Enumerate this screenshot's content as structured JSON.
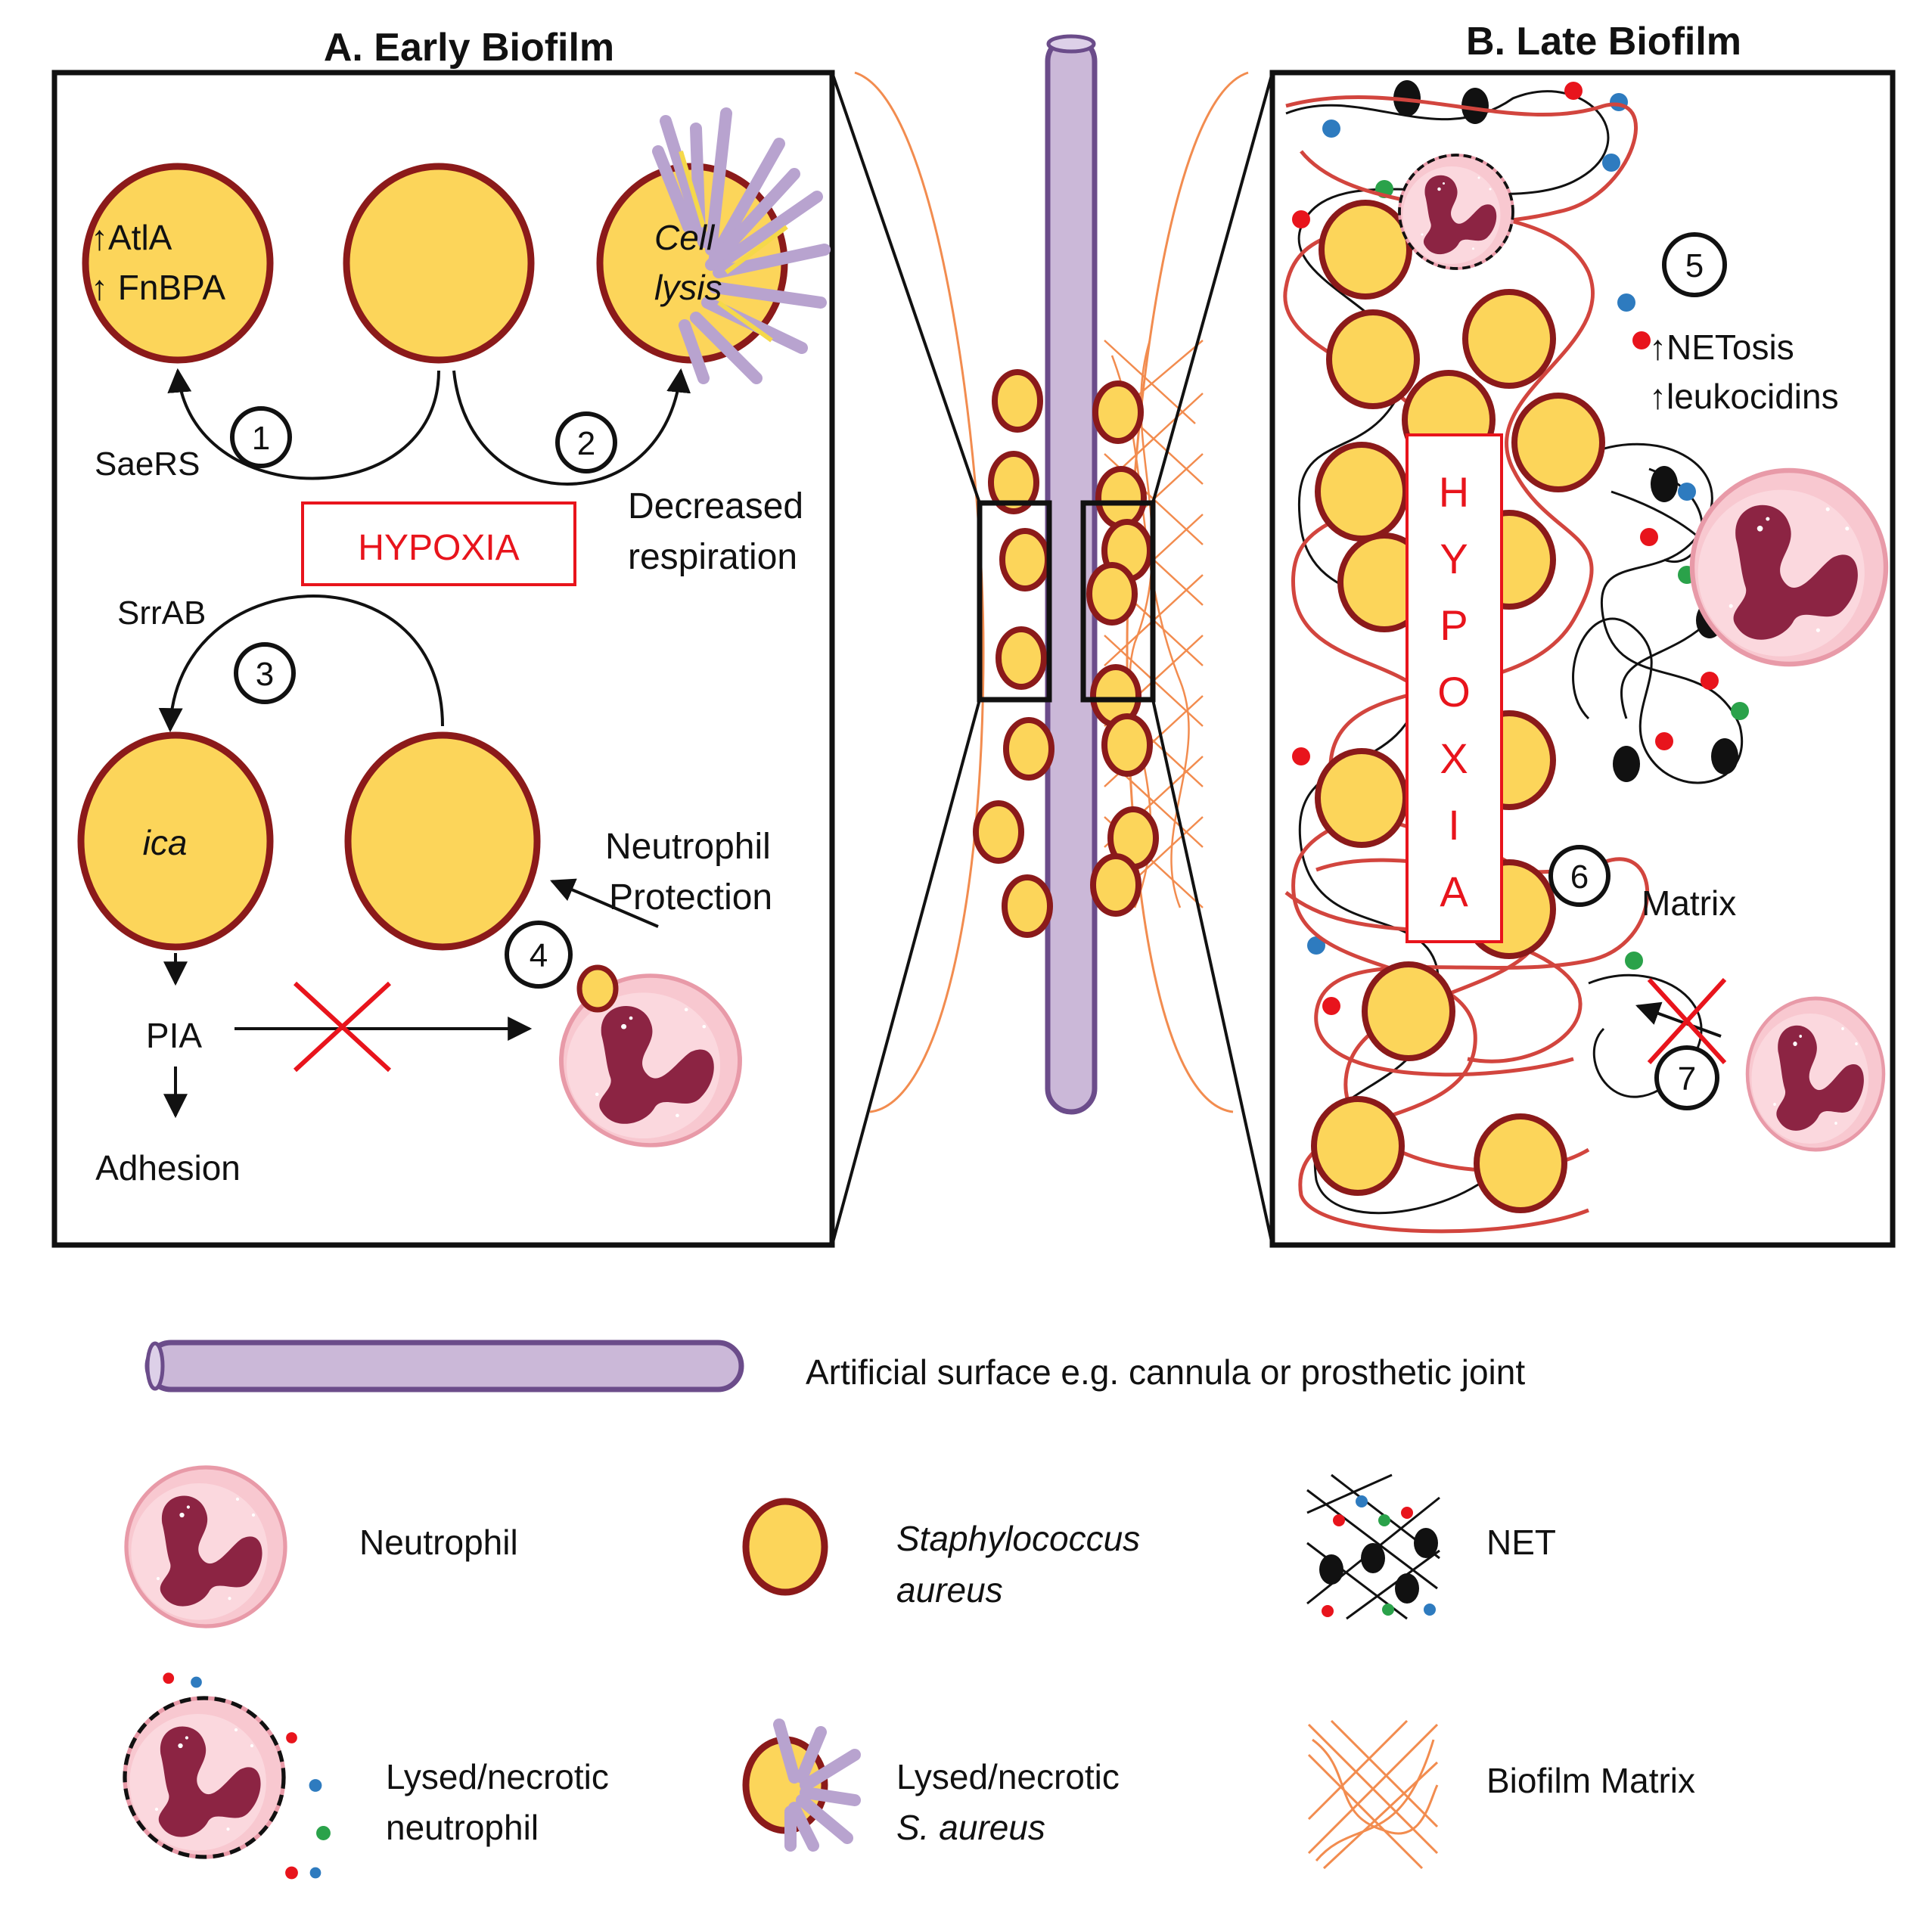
{
  "panel_a": {
    "title": "A. Early Biofilm",
    "cell_atla": "↑AtlA",
    "cell_fnbpa": "↑ FnBPA",
    "cell_lysis_1": "Cell",
    "cell_lysis_2": "lysis",
    "saers": "SaeRS",
    "decreased": "Decreased",
    "respiration": "respiration",
    "hypoxia": "HYPOXIA",
    "srrab": "SrrAB",
    "ica": "ica",
    "pia": "PIA",
    "adhesion": "Adhesion",
    "neutrophil_1": "Neutrophil",
    "neutrophil_2": "Protection",
    "steps": [
      "1",
      "2",
      "3",
      "4"
    ]
  },
  "panel_b": {
    "title": "B. Late Biofilm",
    "hypoxia_letters": [
      "H",
      "Y",
      "P",
      "O",
      "X",
      "I",
      "A"
    ],
    "netosis": "↑NETosis",
    "leukocidins": "↑leukocidins",
    "matrix": "Matrix",
    "steps": [
      "5",
      "6",
      "7"
    ]
  },
  "legend": {
    "surface": "Artificial surface e.g. cannula or prosthetic joint",
    "neutrophil": "Neutrophil",
    "staph_1": "Staphylococcus",
    "staph_2": "aureus",
    "net": "NET",
    "lysed_neut_1": "Lysed/necrotic",
    "lysed_neut_2": "neutrophil",
    "lysed_staph_1": "Lysed/necrotic",
    "lysed_staph_2": "S. aureus",
    "matrix": "Biofilm Matrix"
  },
  "colors": {
    "bacterium_fill": "#fcd55a",
    "bacterium_edge": "#8b1a1a",
    "hypoxia_red": "#e8141c",
    "surface_fill": "#cbb8d8",
    "surface_edge": "#6b4c8a",
    "matrix_orange": "#f28c4f",
    "net_red": "#d2453e",
    "neutrophil_pink": "#f8c8d0",
    "nucleus": "#8c2443"
  }
}
